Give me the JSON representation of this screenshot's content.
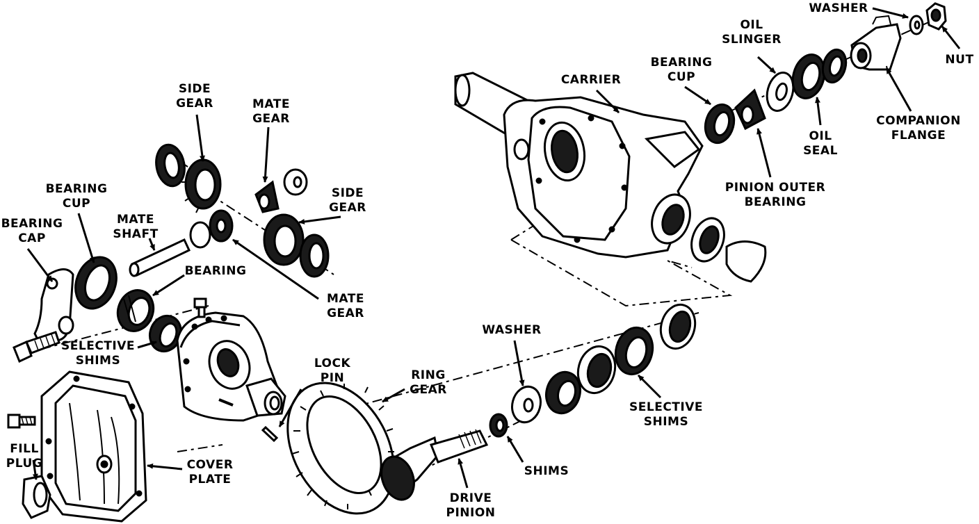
{
  "labels": {
    "side_gear_top": [
      "SIDE",
      "GEAR"
    ],
    "mate_gear_top": [
      "MATE",
      "GEAR"
    ],
    "bearing_cup_left": [
      "BEARING",
      "CUP"
    ],
    "mate_shaft": [
      "MATE",
      "SHAFT"
    ],
    "bearing_cap": [
      "BEARING",
      "CAP"
    ],
    "side_gear_right": [
      "SIDE",
      "GEAR"
    ],
    "bearing_left": [
      "BEARING"
    ],
    "mate_gear_bottom": [
      "MATE",
      "GEAR"
    ],
    "selective_shims_left": [
      "SELECTIVE",
      "SHIMS"
    ],
    "lock_pin": [
      "LOCK",
      "PIN"
    ],
    "ring_gear": [
      "RING",
      "GEAR"
    ],
    "fill_plug": [
      "FILL",
      "PLUG"
    ],
    "cover_plate": [
      "COVER",
      "PLATE"
    ],
    "drive_pinion": [
      "DRIVE",
      "PINION"
    ],
    "shims": [
      "SHIMS"
    ],
    "washer_mid": [
      "WASHER"
    ],
    "selective_shims_right": [
      "SELECTIVE",
      "SHIMS"
    ],
    "carrier": [
      "CARRIER"
    ],
    "bearing_cup_right": [
      "BEARING",
      "CUP"
    ],
    "oil_slinger": [
      "OIL",
      "SLINGER"
    ],
    "washer_top": [
      "WASHER"
    ],
    "nut": [
      "NUT"
    ],
    "companion_flange": [
      "COMPANION",
      "FLANGE"
    ],
    "oil_seal": [
      "OIL",
      "SEAL"
    ],
    "pinion_outer_bearing": [
      "PINION OUTER",
      "BEARING"
    ]
  }
}
